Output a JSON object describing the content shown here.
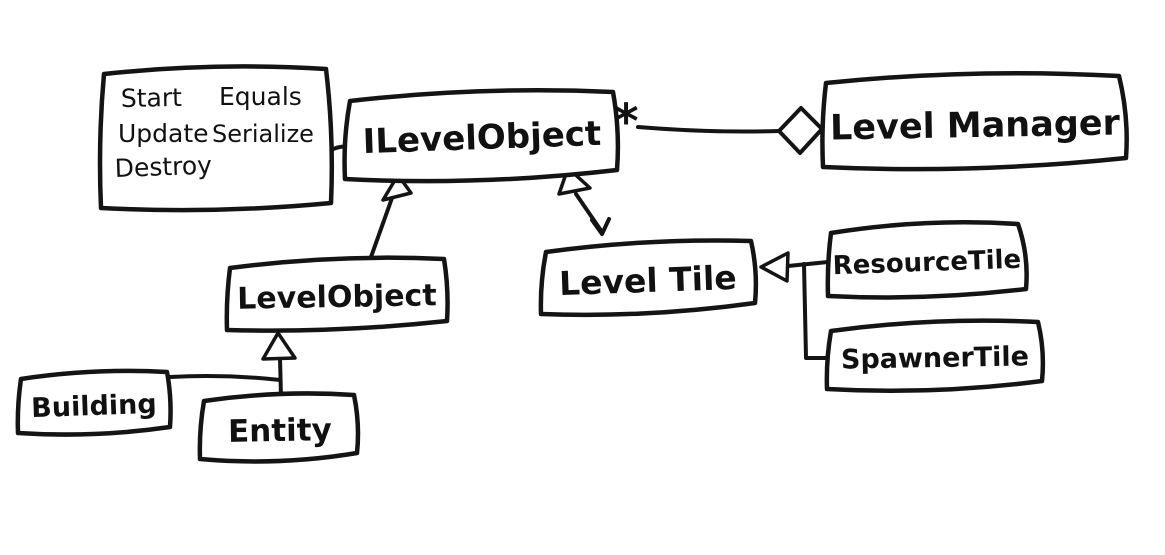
{
  "diagram": {
    "kind": "hand-drawn UML class diagram",
    "background_color": "#ffffff",
    "ink_color": "#141414",
    "nodes": {
      "methods_note": {
        "col1": [
          "Start",
          "Update",
          "Destroy"
        ],
        "col2": [
          "Equals",
          "Serialize"
        ]
      },
      "ilevel_object": {
        "label": "ILevelObject"
      },
      "level_manager": {
        "label": "Level Manager"
      },
      "level_object": {
        "label": "LevelObject"
      },
      "level_tile": {
        "label": "Level Tile"
      },
      "resource_tile": {
        "label": "ResourceTile"
      },
      "spawner_tile": {
        "label": "SpawnerTile"
      },
      "building": {
        "label": "Building"
      },
      "entity": {
        "label": "Entity"
      }
    },
    "multiplicity_star": "*",
    "relationships": [
      {
        "from": "LevelObject",
        "to": "ILevelObject",
        "type": "inheritance"
      },
      {
        "from": "LevelTile",
        "to": "ILevelObject",
        "type": "inheritance"
      },
      {
        "from": "Building",
        "to": "LevelObject",
        "type": "inheritance"
      },
      {
        "from": "Entity",
        "to": "LevelObject",
        "type": "inheritance"
      },
      {
        "from": "ResourceTile",
        "to": "LevelTile",
        "type": "inheritance"
      },
      {
        "from": "SpawnerTile",
        "to": "LevelTile",
        "type": "inheritance"
      },
      {
        "from": "ILevelObject",
        "to": "LevelManager",
        "type": "aggregation",
        "multiplicity": "*"
      },
      {
        "from": "methods_note",
        "to": "ILevelObject",
        "type": "note-attachment"
      }
    ]
  }
}
